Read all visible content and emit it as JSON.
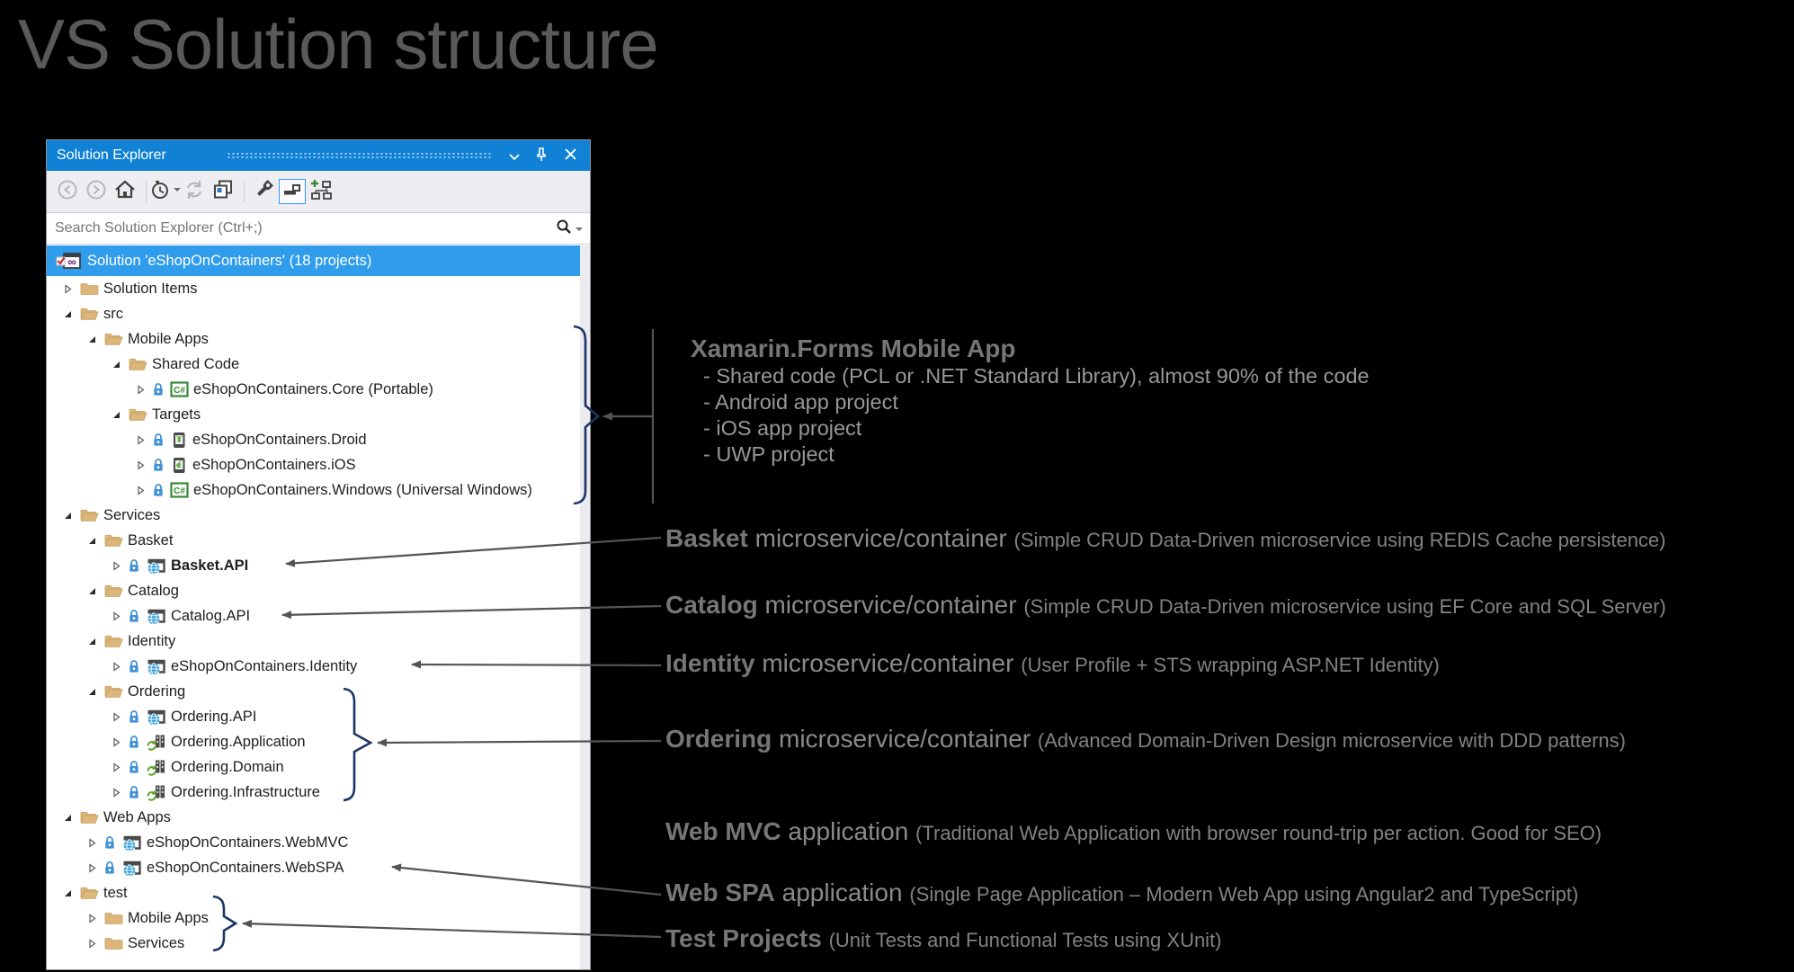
{
  "page": {
    "title": "VS Solution structure"
  },
  "panel": {
    "title": "Solution Explorer",
    "titlebar_buttons": [
      {
        "id": "window-menu",
        "icon": "chevron-down-icon"
      },
      {
        "id": "pin",
        "icon": "pin-icon"
      },
      {
        "id": "close",
        "icon": "close-icon"
      }
    ],
    "toolbar_buttons": [
      {
        "id": "back",
        "disabled": true
      },
      {
        "id": "forward",
        "disabled": true
      },
      {
        "id": "home"
      },
      {
        "sep": true
      },
      {
        "id": "switch-views",
        "dropdown": true
      },
      {
        "id": "sync-with-active-document",
        "disabled": true
      },
      {
        "id": "properties-window"
      },
      {
        "sep": true
      },
      {
        "id": "properties"
      },
      {
        "id": "preview-selected-items",
        "active": true
      },
      {
        "id": "show-all-files"
      }
    ],
    "search": {
      "placeholder": "Search Solution Explorer (Ctrl+;)"
    }
  },
  "tree": [
    {
      "level": 0,
      "expander": null,
      "icon": "solution",
      "lock": false,
      "label": "Solution 'eShopOnContainers' (18 projects)",
      "selected": true
    },
    {
      "level": 1,
      "expander": "collapsed",
      "icon": "folder-closed",
      "lock": false,
      "label": "Solution Items"
    },
    {
      "level": 1,
      "expander": "expanded",
      "icon": "folder-open",
      "lock": false,
      "label": "src"
    },
    {
      "level": 2,
      "expander": "expanded",
      "icon": "folder-open",
      "lock": false,
      "label": "Mobile Apps"
    },
    {
      "level": 3,
      "expander": "expanded",
      "icon": "folder-open",
      "lock": false,
      "label": "Shared Code"
    },
    {
      "level": 4,
      "expander": "collapsed",
      "icon": "csharp",
      "lock": true,
      "label": "eShopOnContainers.Core (Portable)"
    },
    {
      "level": 3,
      "expander": "expanded",
      "icon": "folder-open",
      "lock": false,
      "label": "Targets"
    },
    {
      "level": 4,
      "expander": "collapsed",
      "icon": "android",
      "lock": true,
      "label": "eShopOnContainers.Droid"
    },
    {
      "level": 4,
      "expander": "collapsed",
      "icon": "ios",
      "lock": true,
      "label": "eShopOnContainers.iOS"
    },
    {
      "level": 4,
      "expander": "collapsed",
      "icon": "csharp",
      "lock": true,
      "label": "eShopOnContainers.Windows (Universal Windows)"
    },
    {
      "level": 1,
      "expander": "expanded",
      "icon": "folder-open",
      "lock": false,
      "label": "Services"
    },
    {
      "level": 2,
      "expander": "expanded",
      "icon": "folder-open",
      "lock": false,
      "label": "Basket"
    },
    {
      "level": 3,
      "expander": "collapsed",
      "icon": "web",
      "lock": true,
      "label": "Basket.API",
      "bold": true
    },
    {
      "level": 2,
      "expander": "expanded",
      "icon": "folder-open",
      "lock": false,
      "label": "Catalog"
    },
    {
      "level": 3,
      "expander": "collapsed",
      "icon": "web",
      "lock": true,
      "label": "Catalog.API"
    },
    {
      "level": 2,
      "expander": "expanded",
      "icon": "folder-open",
      "lock": false,
      "label": "Identity"
    },
    {
      "level": 3,
      "expander": "collapsed",
      "icon": "web",
      "lock": true,
      "label": "eShopOnContainers.Identity"
    },
    {
      "level": 2,
      "expander": "expanded",
      "icon": "folder-open",
      "lock": false,
      "label": "Ordering"
    },
    {
      "level": 3,
      "expander": "collapsed",
      "icon": "web",
      "lock": true,
      "label": "Ordering.API"
    },
    {
      "level": 3,
      "expander": "collapsed",
      "icon": "library",
      "lock": true,
      "label": "Ordering.Application"
    },
    {
      "level": 3,
      "expander": "collapsed",
      "icon": "library",
      "lock": true,
      "label": "Ordering.Domain"
    },
    {
      "level": 3,
      "expander": "collapsed",
      "icon": "library",
      "lock": true,
      "label": "Ordering.Infrastructure"
    },
    {
      "level": 1,
      "expander": "expanded",
      "icon": "folder-open",
      "lock": false,
      "label": "Web Apps"
    },
    {
      "level": 2,
      "expander": "collapsed",
      "icon": "web",
      "lock": true,
      "label": "eShopOnContainers.WebMVC"
    },
    {
      "level": 2,
      "expander": "collapsed",
      "icon": "web",
      "lock": true,
      "label": "eShopOnContainers.WebSPA"
    },
    {
      "level": 1,
      "expander": "expanded",
      "icon": "folder-open",
      "lock": false,
      "label": "test"
    },
    {
      "level": 2,
      "expander": "collapsed",
      "icon": "folder-closed",
      "lock": false,
      "label": "Mobile Apps"
    },
    {
      "level": 2,
      "expander": "collapsed",
      "icon": "folder-closed",
      "lock": false,
      "label": "Services"
    }
  ],
  "annotations": {
    "xamarin": {
      "title": "Xamarin.Forms Mobile App",
      "bullets": [
        "- Shared code (PCL or .NET Standard Library), almost 90% of the code",
        "- Android app project",
        "- iOS app project",
        "- UWP project"
      ]
    },
    "callouts": [
      {
        "id": "basket",
        "lead": "Basket",
        "mid": " microservice/container ",
        "paren": "(Simple CRUD Data-Driven microservice using REDIS Cache persistence)"
      },
      {
        "id": "catalog",
        "lead": "Catalog",
        "mid": " microservice/container ",
        "paren": "(Simple CRUD Data-Driven microservice using EF Core and SQL Server)"
      },
      {
        "id": "identity",
        "lead": "Identity",
        "mid": " microservice/container ",
        "paren": "(User Profile + STS wrapping ASP.NET Identity)"
      },
      {
        "id": "ordering",
        "lead": "Ordering",
        "mid": " microservice/container ",
        "paren": "(Advanced Domain-Driven Design microservice with DDD patterns)"
      },
      {
        "id": "webmvc",
        "lead": "Web MVC",
        "mid": " application ",
        "paren": "(Traditional Web Application with browser round-trip per action. Good for SEO)"
      },
      {
        "id": "webspa",
        "lead": "Web SPA",
        "mid": " application ",
        "paren": "(Single Page Application – Modern Web App using Angular2 and TypeScript)"
      },
      {
        "id": "testprojects",
        "lead": "Test Projects",
        "mid": " ",
        "paren": "(Unit Tests and Functional Tests using XUnit)"
      }
    ]
  },
  "colors": {
    "titlebar_blue": "#1081D4",
    "selected_row_blue": "#2F9CEC",
    "toolbar_gray": "#EEEEF2",
    "folder_tan": "#DCB67A",
    "brace_navy": "#1C3564",
    "leader_gray": "#545454",
    "annotation_gray": "#8A8A8A",
    "tree_text": "#1E1E1E"
  }
}
